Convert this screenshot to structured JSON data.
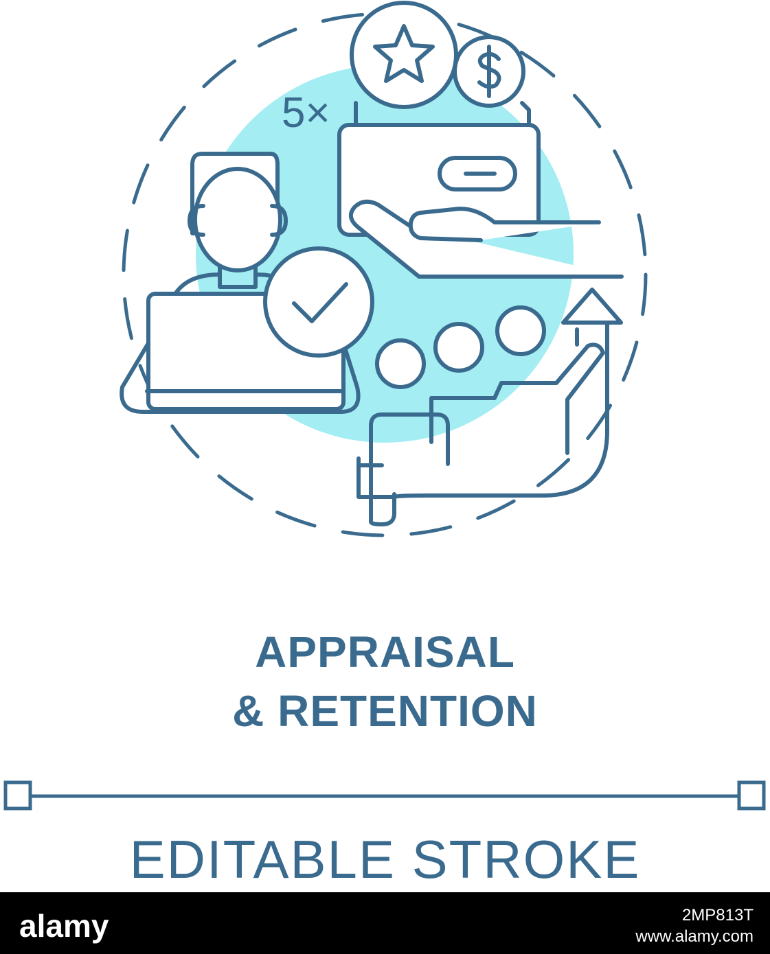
{
  "title": {
    "line1": "APPRAISAL",
    "line2": "& RETENTION"
  },
  "footer": {
    "label": "EDITABLE STROKE"
  },
  "bottom_bar": {
    "brand": "alamy",
    "image_id": "2MP813T",
    "url": "www.alamy.com"
  },
  "colors": {
    "stroke": "#3a6b8e",
    "accent": "#a4edf3",
    "background": "#ffffff"
  },
  "icons": [
    "star-icon",
    "dollar-coin-icon",
    "wallet-icon",
    "hand-icon",
    "person-at-laptop-icon",
    "checkmark-icon",
    "team-icon",
    "growth-arrow-icon"
  ],
  "badge": {
    "multiplier": "5×"
  }
}
